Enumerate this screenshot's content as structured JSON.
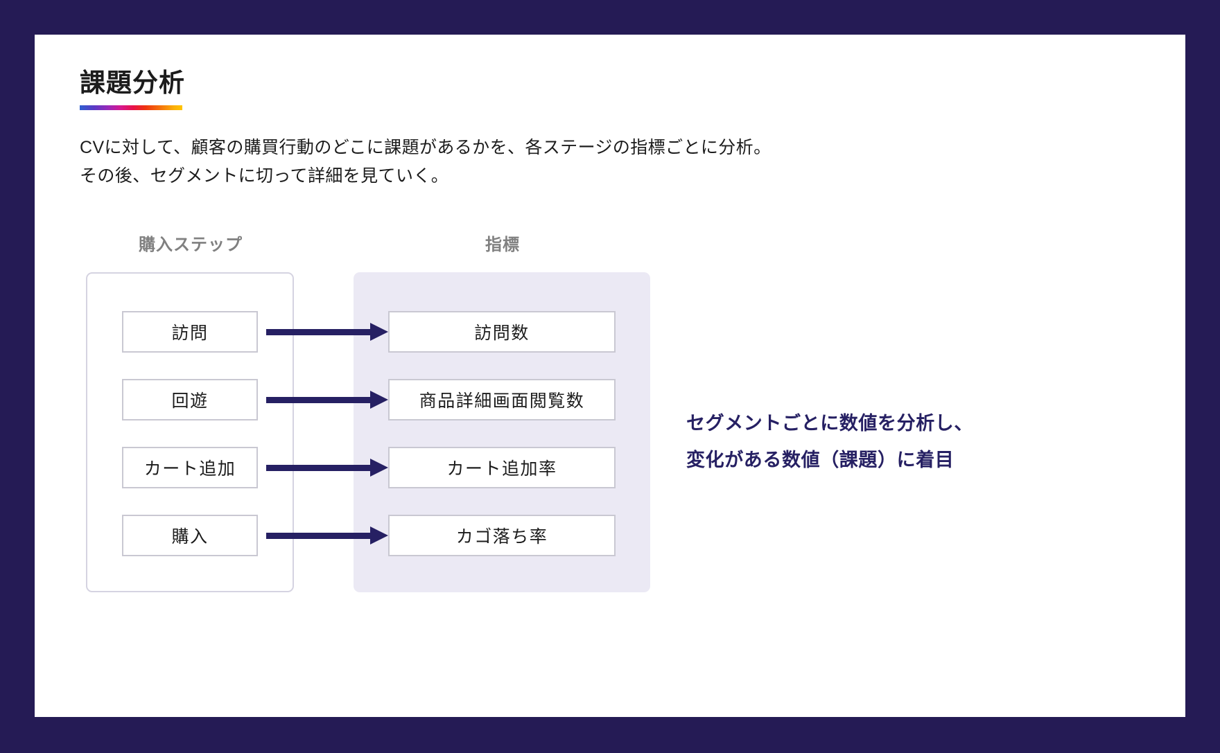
{
  "theme": {
    "background_color": "#251b55",
    "card_color": "#ffffff",
    "accent_color": "#262063",
    "panel_color": "#ebe9f4",
    "muted_text_color": "#808080",
    "box_border_color": "#c9c8d2",
    "title_underline_gradient": [
      "#2f5fd0",
      "#9b28b8",
      "#d6188f",
      "#ee3410",
      "#ffc400"
    ]
  },
  "slide": {
    "title": "課題分析",
    "lead_lines": [
      "CVに対して、顧客の購買行動のどこに課題があるかを、各ステージの指標ごとに分析。",
      "その後、セグメントに切って詳細を見ていく。"
    ]
  },
  "diagram": {
    "columns": {
      "steps_header": "購入ステップ",
      "metrics_header": "指標"
    },
    "rows": [
      {
        "step": "訪問",
        "metric": "訪問数",
        "arrow": "arrow-right-icon"
      },
      {
        "step": "回遊",
        "metric": "商品詳細画面閲覧数",
        "arrow": "arrow-right-icon"
      },
      {
        "step": "カート追加",
        "metric": "カート追加率",
        "arrow": "arrow-right-icon"
      },
      {
        "step": "購入",
        "metric": "カゴ落ち率",
        "arrow": "arrow-right-icon"
      }
    ]
  },
  "annotation": {
    "lines": [
      "セグメントごとに数値を分析し、",
      "変化がある数値（課題）に着目"
    ]
  }
}
